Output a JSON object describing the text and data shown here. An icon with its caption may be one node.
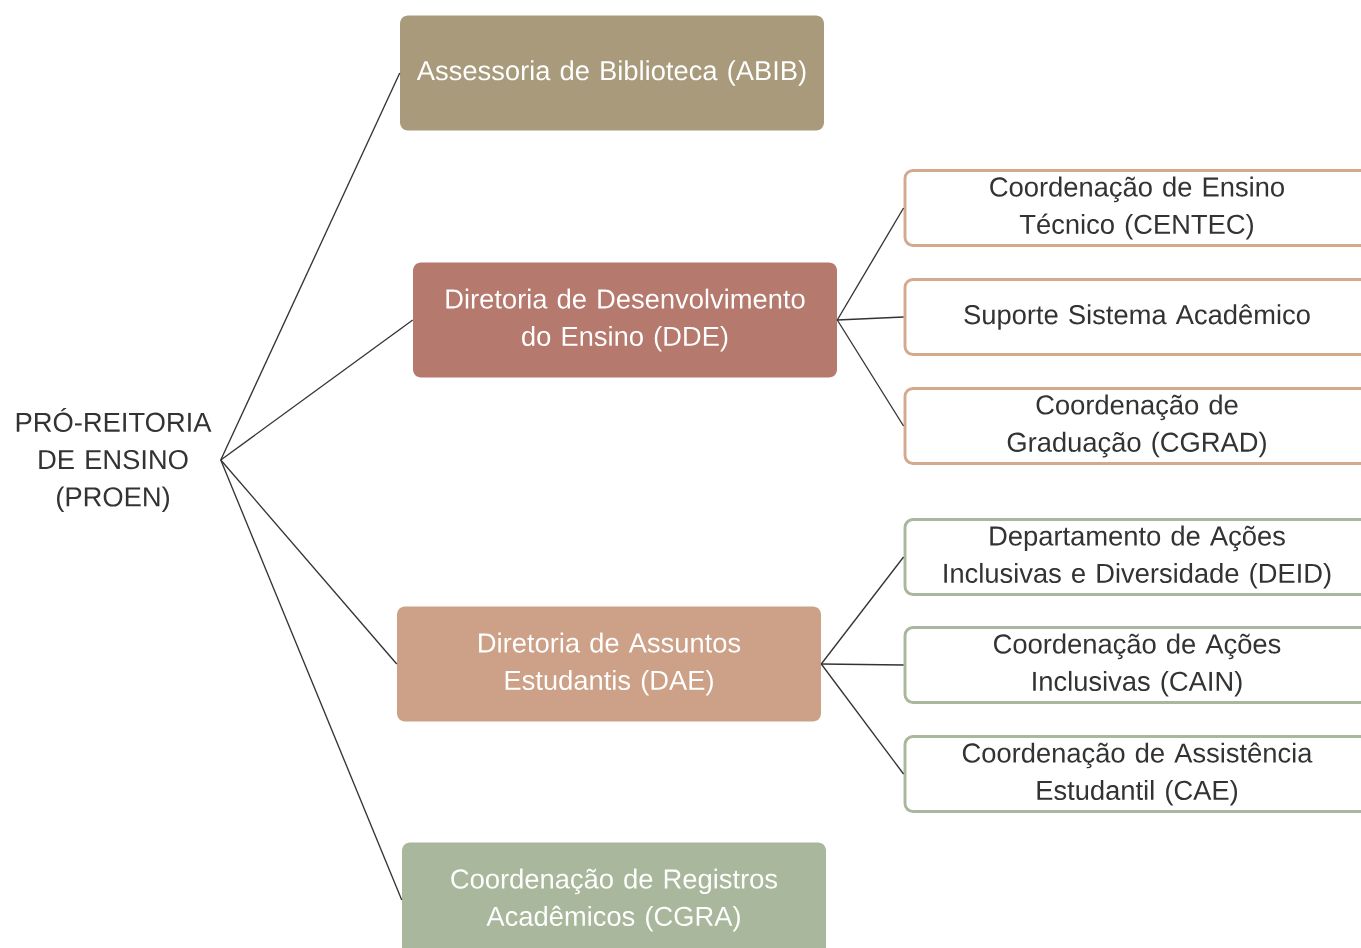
{
  "diagram": {
    "nodes": [
      {
        "text": [
          "PRÓ-REITORIA DE ENSINO (PROEN)"
        ]
      },
      {
        "text": [
          "Assessoria de Biblioteca (ABIB)"
        ]
      },
      {
        "text": [
          "Diretoria de Desenvolvimento do Ensino (DDE)"
        ]
      },
      {
        "text": [
          "Coordenação de Ensino Técnico (CENTEC)"
        ]
      },
      {
        "text": [
          "Suporte Sistema Acadêmico"
        ]
      },
      {
        "text": [
          "Coordenação de Graduação (CGRAD)"
        ]
      },
      {
        "text": [
          "Diretoria de Assuntos Estudantis (DAE)"
        ]
      },
      {
        "text": [
          "Departamento de Ações Inclusivas e Diversidade (DEID)"
        ]
      },
      {
        "text": [
          "Coordenação de Ações Inclusivas (CAIN)"
        ]
      },
      {
        "text": [
          "Coordenação de Assistência Estudantil (CAE)"
        ]
      },
      {
        "text": [
          "Coordenação de Registros Acadêmicos (CGRA)"
        ]
      }
    ],
    "edges": [
      {
        "from": 0,
        "to": 1,
        "arrow": "none"
      },
      {
        "from": 0,
        "to": 2,
        "arrow": "none"
      },
      {
        "from": 0,
        "to": 6,
        "arrow": "none"
      },
      {
        "from": 0,
        "to": 10,
        "arrow": "none"
      },
      {
        "from": 2,
        "to": 3,
        "arrow": "none"
      },
      {
        "from": 2,
        "to": 4,
        "arrow": "none"
      },
      {
        "from": 2,
        "to": 5,
        "arrow": "none"
      },
      {
        "from": 6,
        "to": 7,
        "arrow": "none"
      },
      {
        "from": 6,
        "to": 8,
        "arrow": "none"
      },
      {
        "from": 6,
        "to": 9,
        "arrow": "none"
      }
    ]
  }
}
